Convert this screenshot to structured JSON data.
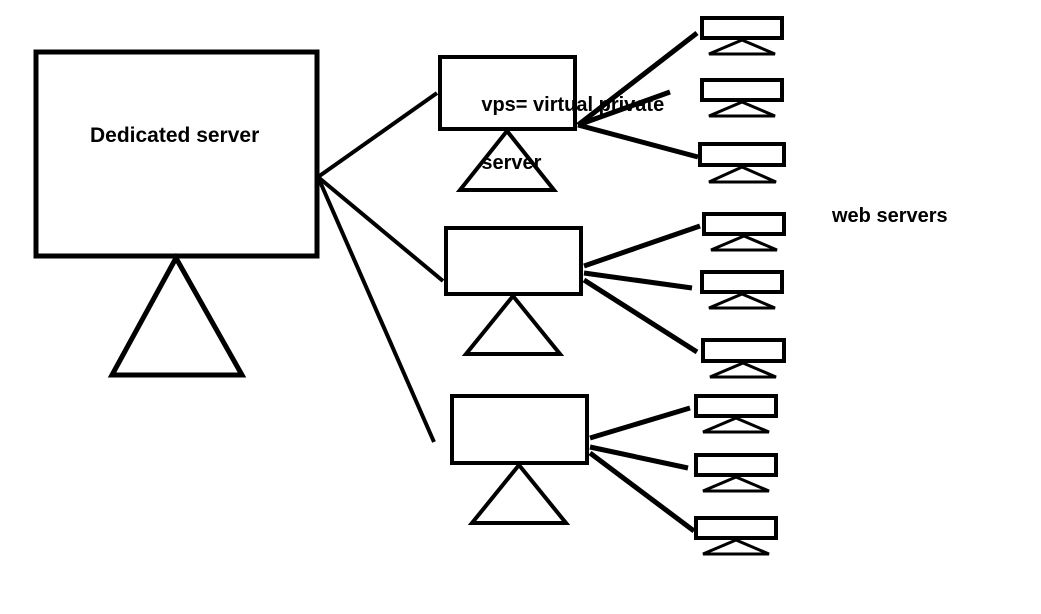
{
  "diagram": {
    "type": "network-topology",
    "background_color": "#ffffff",
    "stroke_color": "#000000",
    "text_color": "#000000",
    "nodes": {
      "dedicated_server": {
        "label": "Dedicated server",
        "icon": "server-monitor-on-stand"
      },
      "vps_top": {
        "label_line1": "vps= virtual private",
        "label_line2": "server",
        "icon": "server-monitor-on-stand"
      },
      "vps_middle": {
        "label": "",
        "icon": "server-monitor-on-stand"
      },
      "vps_bottom": {
        "label": "",
        "icon": "server-monitor-on-stand"
      }
    },
    "group_labels": {
      "web_servers": "web servers"
    },
    "counts": {
      "vps_nodes": 3,
      "web_servers_per_vps": 3,
      "web_servers_total": 9
    },
    "connections": [
      "dedicated-server-to-vps-top",
      "dedicated-server-to-vps-middle",
      "dedicated-server-to-vps-bottom",
      "vps-top-to-webserver-1",
      "vps-top-to-webserver-2",
      "vps-top-to-webserver-3",
      "vps-middle-to-webserver-4",
      "vps-middle-to-webserver-5",
      "vps-middle-to-webserver-6",
      "vps-bottom-to-webserver-7",
      "vps-bottom-to-webserver-8",
      "vps-bottom-to-webserver-9"
    ]
  }
}
